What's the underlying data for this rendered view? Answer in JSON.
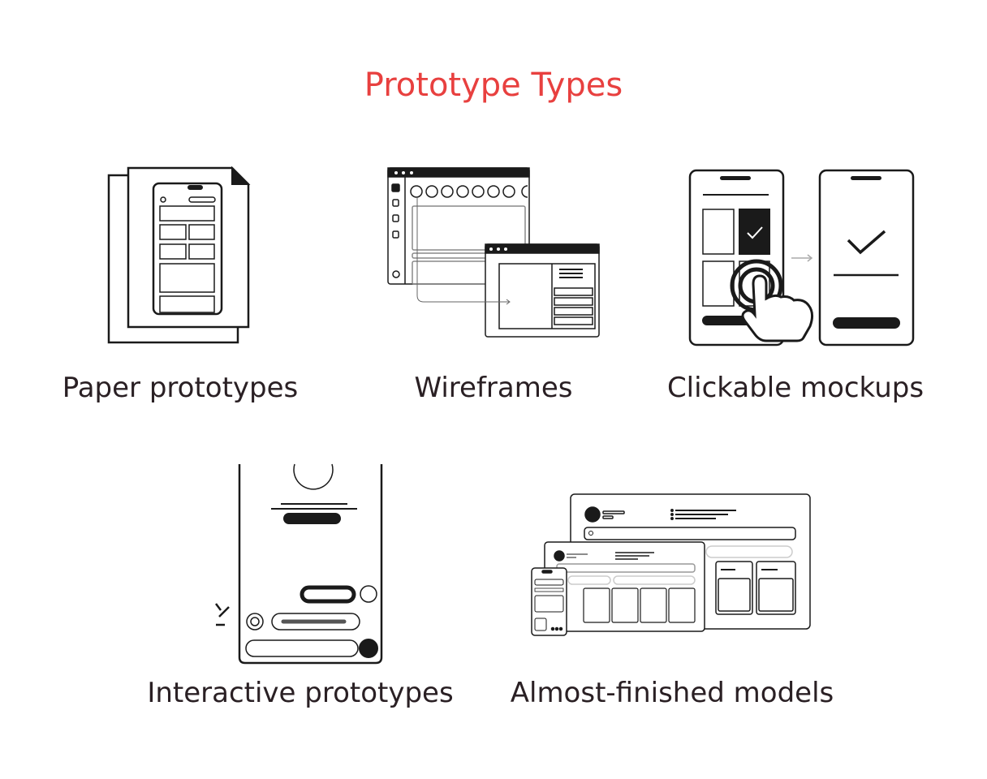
{
  "title": "Prototype Types",
  "colors": {
    "title": "#e8403f",
    "text": "#2a2024",
    "stroke": "#1a1a1a"
  },
  "items": [
    {
      "label": "Paper prototypes",
      "icon": "paper-phone-icon"
    },
    {
      "label": "Wireframes",
      "icon": "wireframe-windows-icon"
    },
    {
      "label": "Clickable mockups",
      "icon": "clickable-phones-icon"
    },
    {
      "label": "Interactive prototypes",
      "icon": "interactive-phone-icon"
    },
    {
      "label": "Almost-finished models",
      "icon": "multi-device-icon"
    }
  ]
}
